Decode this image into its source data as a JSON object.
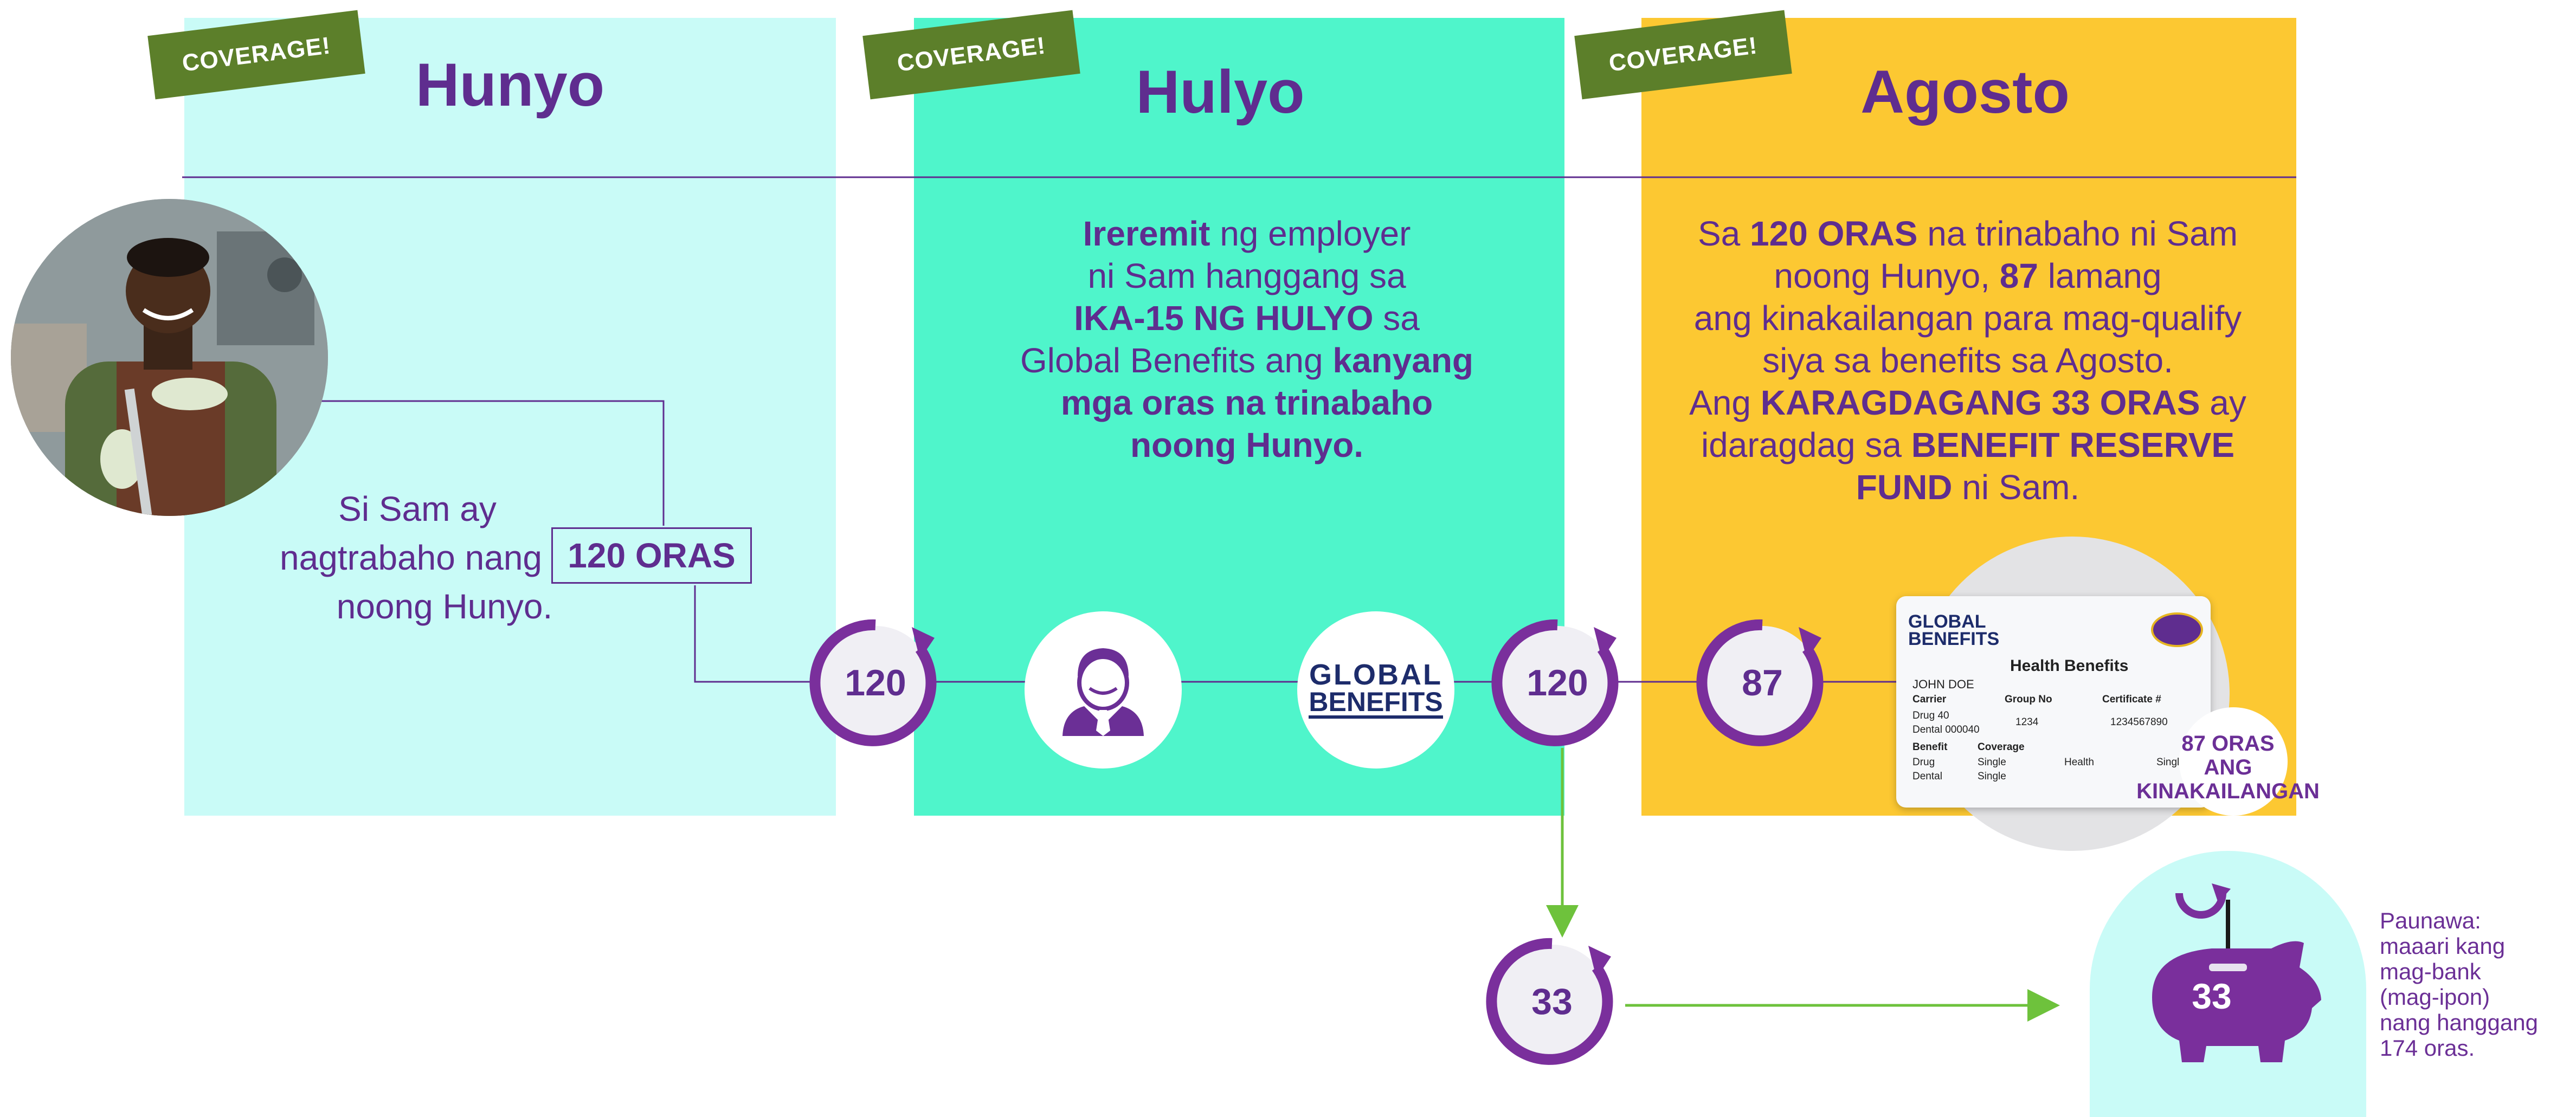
{
  "colors": {
    "purple": "#5f2d8f",
    "green_tag": "#5c7f2a",
    "june_bg": "#c9fbf7",
    "july_bg": "#4ff5cb",
    "august_bg": "#fcc832",
    "arrow_green": "#6ec23c"
  },
  "tag_label": "COVERAGE!",
  "months": {
    "june": "Hunyo",
    "july": "Hulyo",
    "august": "Agosto"
  },
  "june_text": {
    "line1": "Si Sam ay",
    "line2": "nagtrabaho nang",
    "boxed_hours": "120 ORAS",
    "line3": "noong Hunyo."
  },
  "july_text": {
    "l1_bold": "Ireremit",
    "l1_rest": " ng employer",
    "l2": "ni Sam hanggang sa",
    "l3_bold": "IKA-15 NG HULYO",
    "l3_rest": " sa",
    "l4_plain": "Global Benefits ang ",
    "l4_bold": "kanyang",
    "l5_bold": "mga oras na trinabaho",
    "l6_bold": "noong Hunyo."
  },
  "august_text": {
    "l1_a": "Sa ",
    "l1_bold": "120 ORAS",
    "l1_b": " na trinabaho ni Sam",
    "l2_a": "noong Hunyo, ",
    "l2_bold": "87",
    "l2_b": " lamang",
    "l3": "ang kinakailangan para mag-qualify",
    "l4": "siya sa benefits sa Agosto.",
    "l5_a": "Ang ",
    "l5_bold": "KARAGDAGANG 33 ORAS",
    "l5_b": " ay",
    "l6_a": "idaragdag sa ",
    "l6_bold": "BENEFIT RESERVE",
    "l7_bold": "FUND",
    "l7_b": " ni Sam."
  },
  "counters": {
    "june_out": "120",
    "july_out": "120",
    "august_needed": "87",
    "reserve": "33",
    "piggy": "33"
  },
  "logo": {
    "line1": "GLOBAL",
    "line2": "BENEFITS"
  },
  "card": {
    "logo_line1": "GLOBAL",
    "logo_line2": "BENEFITS",
    "title": "Health Benefits",
    "name": "JOHN DOE",
    "h_carrier": "Carrier",
    "h_group": "Group No",
    "h_cert": "Certificate #",
    "drug": "Drug 40",
    "dental": "Dental 000040",
    "group_no": "1234",
    "cert_no": "1234567890",
    "h_benefit": "Benefit",
    "h_coverage": "Coverage",
    "r1_benefit": "Drug",
    "r1_cov": "Single",
    "r1_type": "Health",
    "r1_extra": "Single",
    "r2_benefit": "Dental",
    "r2_cov": "Single"
  },
  "needed_label": {
    "l1": "87 ORAS",
    "l2": "ANG",
    "l3": "KINAKAILANGAN"
  },
  "note": {
    "l1": "Paunawa:",
    "l2": "maaari kang",
    "l3": "mag-bank",
    "l4": "(mag-ipon)",
    "l5": "nang hanggang",
    "l6": "174 oras."
  },
  "icons": {
    "worker_photo": "worker-photo",
    "employer": "employer-person-icon",
    "piggy": "piggy-bank-icon",
    "card": "health-card-image"
  }
}
